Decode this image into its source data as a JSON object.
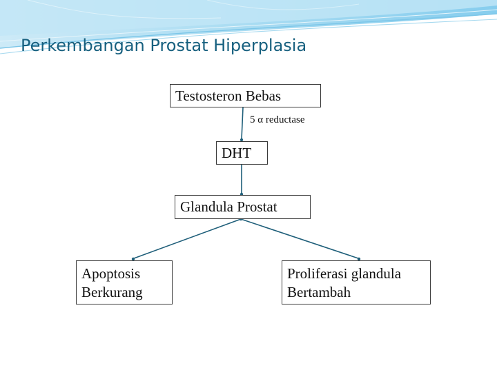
{
  "slide": {
    "title": "Perkembangan Prostat Hiperplasia"
  },
  "diagram": {
    "nodes": {
      "testosteron": "Testosteron Bebas",
      "dht": "DHT",
      "glandula": "Glandula Prostat",
      "apoptosis": "Apoptosis\nBerkurang",
      "proliferasi": "Proliferasi glandula\nBertambah"
    },
    "edge_labels": {
      "testosteron_to_dht": "5 α reductase"
    }
  },
  "colors": {
    "title": "#17607f",
    "connector": "#1f5f7a",
    "banner": "#9fd6ef"
  }
}
